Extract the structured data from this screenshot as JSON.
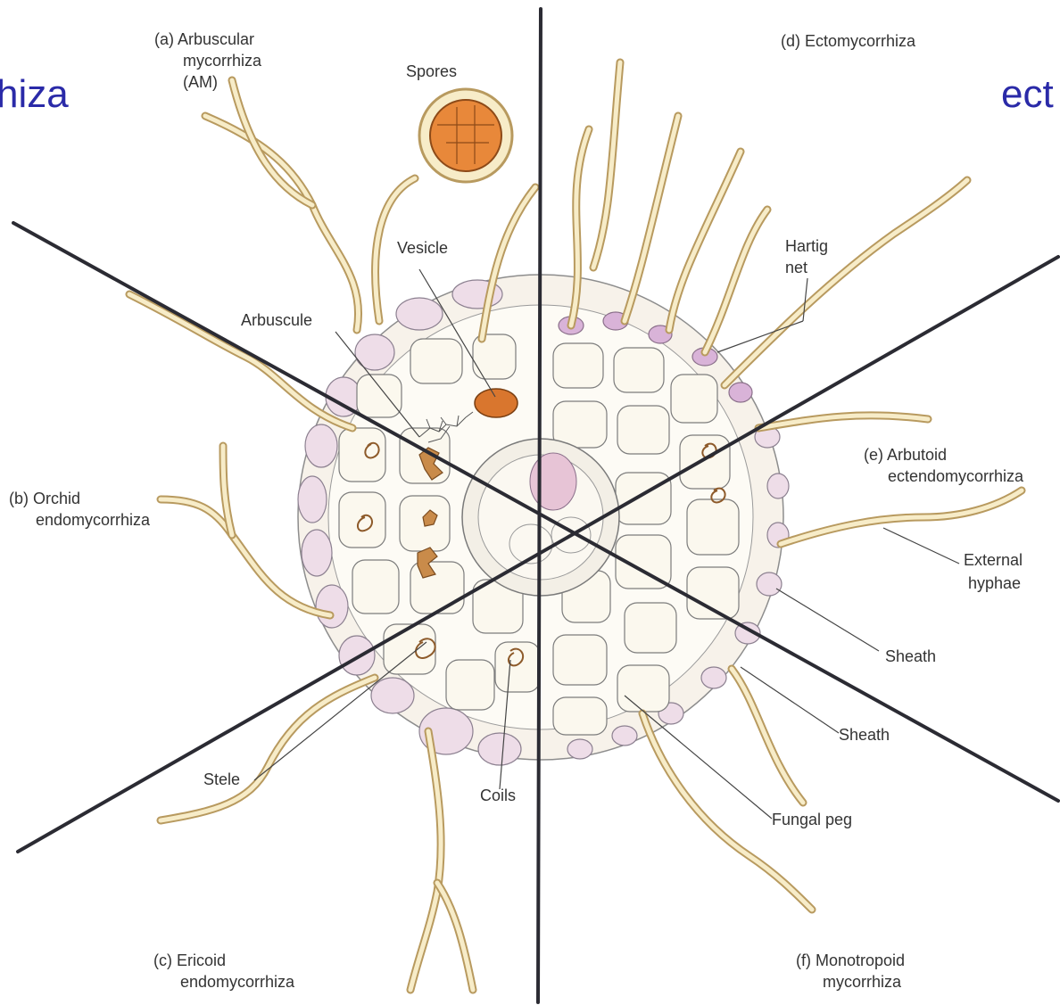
{
  "corner_text": {
    "left": "hiza",
    "right": "ect"
  },
  "labels": {
    "a": [
      "(a) Arbuscular",
      "mycorrhiza",
      "(AM)"
    ],
    "b": [
      "(b) Orchid",
      "endomycorrhiza"
    ],
    "c": [
      "(c) Ericoid",
      "endomycorrhiza"
    ],
    "d": [
      "(d) Ectomycorrhiza"
    ],
    "e": [
      "(e) Arbutoid",
      "ectendomycorrhiza"
    ],
    "f": [
      "(f) Monotropoid",
      "mycorrhiza"
    ]
  },
  "structures": {
    "spores": "Spores",
    "vesicle": "Vesicle",
    "arbuscule": "Arbuscule",
    "hartig_net": [
      "Hartig",
      "net"
    ],
    "external_hyphae": [
      "External",
      "hyphae"
    ],
    "sheath_e": "Sheath",
    "sheath_f": "Sheath",
    "fungal_peg": "Fungal peg",
    "stele": "Stele",
    "coils": "Coils"
  },
  "colors": {
    "divider": "#2b2b33",
    "hypha": "#b89a5f",
    "hypha_fill": "#f7ecc8",
    "spore": "#e8883a",
    "vesicle": "#d9762e",
    "corner_text": "#2a2aa8"
  }
}
